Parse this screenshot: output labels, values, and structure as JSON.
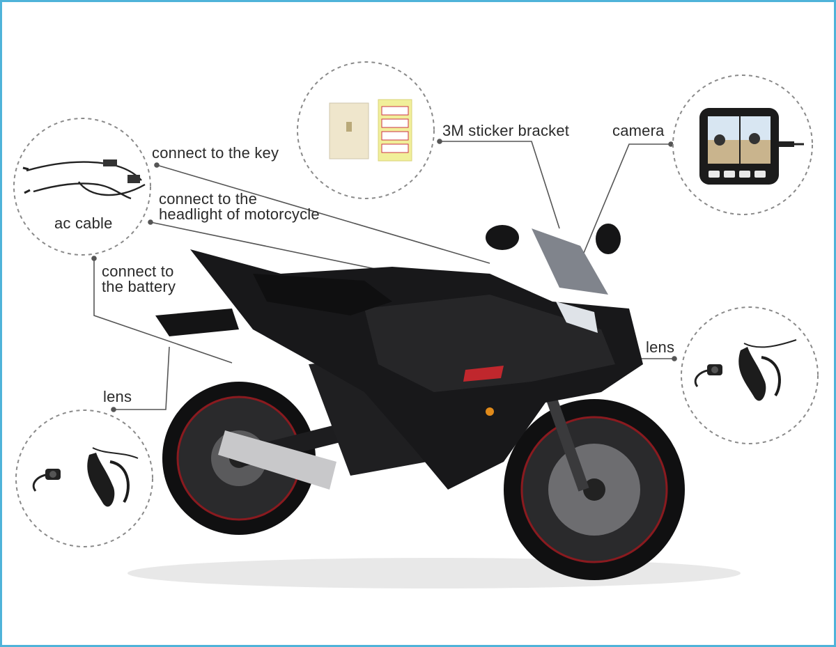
{
  "labels": {
    "ac_cable": "ac cable",
    "connect_key": "connect to the key",
    "connect_headlight_1": "connect to the",
    "connect_headlight_2": "headlight of motorcycle",
    "connect_battery_1": "connect to",
    "connect_battery_2": "the battery",
    "sticker_bracket": "3M sticker bracket",
    "camera": "camera",
    "lens_left": "lens",
    "lens_right": "lens"
  },
  "colors": {
    "frame_border": "#4fb3d9",
    "callout_line": "#555555",
    "circle_dash": "#8a8a8a",
    "bike_body": "#1a1a1c",
    "bike_accent": "#c0272d",
    "background": "#ffffff"
  },
  "icons": {
    "ac_cable": "cable-icon",
    "sticker_bracket": "bracket-icon",
    "camera": "camera-icon",
    "lens": "lens-icon",
    "motorcycle": "motorcycle-illustration"
  }
}
